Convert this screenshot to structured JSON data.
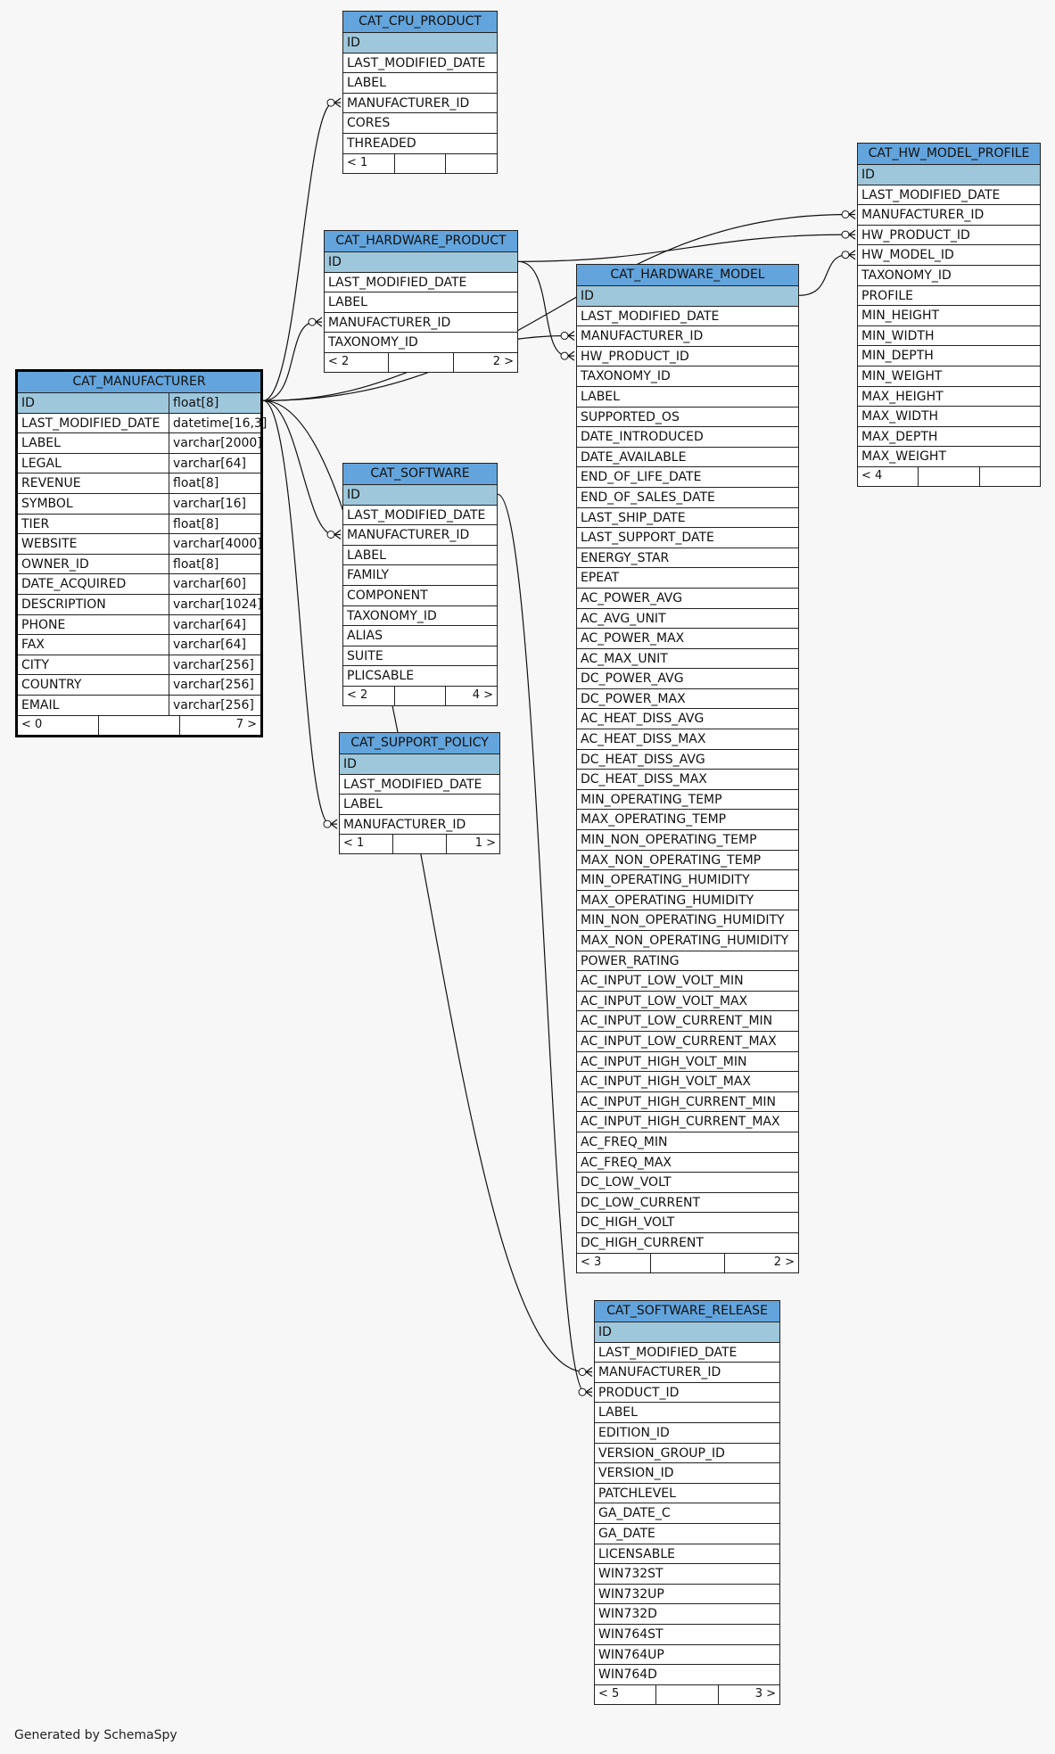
{
  "footer": "Generated by SchemaSpy",
  "colors": {
    "header": "#63a4dc",
    "pk_row": "#9ec7db",
    "background": "#f7f7f7"
  },
  "tables": {
    "cat_manufacturer": {
      "name": "CAT_MANUFACTURER",
      "columns": [
        {
          "name": "ID",
          "type": "float[8]",
          "pk": true
        },
        {
          "name": "LAST_MODIFIED_DATE",
          "type": "datetime[16,3]"
        },
        {
          "name": "LABEL",
          "type": "varchar[2000]"
        },
        {
          "name": "LEGAL",
          "type": "varchar[64]"
        },
        {
          "name": "REVENUE",
          "type": "float[8]"
        },
        {
          "name": "SYMBOL",
          "type": "varchar[16]"
        },
        {
          "name": "TIER",
          "type": "float[8]"
        },
        {
          "name": "WEBSITE",
          "type": "varchar[4000]"
        },
        {
          "name": "OWNER_ID",
          "type": "float[8]"
        },
        {
          "name": "DATE_ACQUIRED",
          "type": "varchar[60]"
        },
        {
          "name": "DESCRIPTION",
          "type": "varchar[1024]"
        },
        {
          "name": "PHONE",
          "type": "varchar[64]"
        },
        {
          "name": "FAX",
          "type": "varchar[64]"
        },
        {
          "name": "CITY",
          "type": "varchar[256]"
        },
        {
          "name": "COUNTRY",
          "type": "varchar[256]"
        },
        {
          "name": "EMAIL",
          "type": "varchar[256]"
        }
      ],
      "footer": [
        "< 0",
        "",
        "7 >"
      ]
    },
    "cat_cpu_product": {
      "name": "CAT_CPU_PRODUCT",
      "columns": [
        {
          "name": "ID",
          "pk": true
        },
        {
          "name": "LAST_MODIFIED_DATE"
        },
        {
          "name": "LABEL"
        },
        {
          "name": "MANUFACTURER_ID"
        },
        {
          "name": "CORES"
        },
        {
          "name": "THREADED"
        }
      ],
      "footer": [
        "< 1",
        "",
        ""
      ]
    },
    "cat_hardware_product": {
      "name": "CAT_HARDWARE_PRODUCT",
      "columns": [
        {
          "name": "ID",
          "pk": true
        },
        {
          "name": "LAST_MODIFIED_DATE"
        },
        {
          "name": "LABEL"
        },
        {
          "name": "MANUFACTURER_ID"
        },
        {
          "name": "TAXONOMY_ID"
        }
      ],
      "footer": [
        "< 2",
        "",
        "2 >"
      ]
    },
    "cat_hw_model_profile": {
      "name": "CAT_HW_MODEL_PROFILE",
      "columns": [
        {
          "name": "ID",
          "pk": true
        },
        {
          "name": "LAST_MODIFIED_DATE"
        },
        {
          "name": "MANUFACTURER_ID"
        },
        {
          "name": "HW_PRODUCT_ID"
        },
        {
          "name": "HW_MODEL_ID"
        },
        {
          "name": "TAXONOMY_ID"
        },
        {
          "name": "PROFILE"
        },
        {
          "name": "MIN_HEIGHT"
        },
        {
          "name": "MIN_WIDTH"
        },
        {
          "name": "MIN_DEPTH"
        },
        {
          "name": "MIN_WEIGHT"
        },
        {
          "name": "MAX_HEIGHT"
        },
        {
          "name": "MAX_WIDTH"
        },
        {
          "name": "MAX_DEPTH"
        },
        {
          "name": "MAX_WEIGHT"
        }
      ],
      "footer": [
        "< 4",
        "",
        ""
      ]
    },
    "cat_hardware_model": {
      "name": "CAT_HARDWARE_MODEL",
      "columns": [
        {
          "name": "ID",
          "pk": true
        },
        {
          "name": "LAST_MODIFIED_DATE"
        },
        {
          "name": "MANUFACTURER_ID"
        },
        {
          "name": "HW_PRODUCT_ID"
        },
        {
          "name": "TAXONOMY_ID"
        },
        {
          "name": "LABEL"
        },
        {
          "name": "SUPPORTED_OS"
        },
        {
          "name": "DATE_INTRODUCED"
        },
        {
          "name": "DATE_AVAILABLE"
        },
        {
          "name": "END_OF_LIFE_DATE"
        },
        {
          "name": "END_OF_SALES_DATE"
        },
        {
          "name": "LAST_SHIP_DATE"
        },
        {
          "name": "LAST_SUPPORT_DATE"
        },
        {
          "name": "ENERGY_STAR"
        },
        {
          "name": "EPEAT"
        },
        {
          "name": "AC_POWER_AVG"
        },
        {
          "name": "AC_AVG_UNIT"
        },
        {
          "name": "AC_POWER_MAX"
        },
        {
          "name": "AC_MAX_UNIT"
        },
        {
          "name": "DC_POWER_AVG"
        },
        {
          "name": "DC_POWER_MAX"
        },
        {
          "name": "AC_HEAT_DISS_AVG"
        },
        {
          "name": "AC_HEAT_DISS_MAX"
        },
        {
          "name": "DC_HEAT_DISS_AVG"
        },
        {
          "name": "DC_HEAT_DISS_MAX"
        },
        {
          "name": "MIN_OPERATING_TEMP"
        },
        {
          "name": "MAX_OPERATING_TEMP"
        },
        {
          "name": "MIN_NON_OPERATING_TEMP"
        },
        {
          "name": "MAX_NON_OPERATING_TEMP"
        },
        {
          "name": "MIN_OPERATING_HUMIDITY"
        },
        {
          "name": "MAX_OPERATING_HUMIDITY"
        },
        {
          "name": "MIN_NON_OPERATING_HUMIDITY"
        },
        {
          "name": "MAX_NON_OPERATING_HUMIDITY"
        },
        {
          "name": "POWER_RATING"
        },
        {
          "name": "AC_INPUT_LOW_VOLT_MIN"
        },
        {
          "name": "AC_INPUT_LOW_VOLT_MAX"
        },
        {
          "name": "AC_INPUT_LOW_CURRENT_MIN"
        },
        {
          "name": "AC_INPUT_LOW_CURRENT_MAX"
        },
        {
          "name": "AC_INPUT_HIGH_VOLT_MIN"
        },
        {
          "name": "AC_INPUT_HIGH_VOLT_MAX"
        },
        {
          "name": "AC_INPUT_HIGH_CURRENT_MIN"
        },
        {
          "name": "AC_INPUT_HIGH_CURRENT_MAX"
        },
        {
          "name": "AC_FREQ_MIN"
        },
        {
          "name": "AC_FREQ_MAX"
        },
        {
          "name": "DC_LOW_VOLT"
        },
        {
          "name": "DC_LOW_CURRENT"
        },
        {
          "name": "DC_HIGH_VOLT"
        },
        {
          "name": "DC_HIGH_CURRENT"
        }
      ],
      "footer": [
        "< 3",
        "",
        "2 >"
      ]
    },
    "cat_software": {
      "name": "CAT_SOFTWARE",
      "columns": [
        {
          "name": "ID",
          "pk": true
        },
        {
          "name": "LAST_MODIFIED_DATE"
        },
        {
          "name": "MANUFACTURER_ID"
        },
        {
          "name": "LABEL"
        },
        {
          "name": "FAMILY"
        },
        {
          "name": "COMPONENT"
        },
        {
          "name": "TAXONOMY_ID"
        },
        {
          "name": "ALIAS"
        },
        {
          "name": "SUITE"
        },
        {
          "name": "PLICSABLE"
        }
      ],
      "footer": [
        "< 2",
        "",
        "4 >"
      ]
    },
    "cat_support_policy": {
      "name": "CAT_SUPPORT_POLICY",
      "columns": [
        {
          "name": "ID",
          "pk": true
        },
        {
          "name": "LAST_MODIFIED_DATE"
        },
        {
          "name": "LABEL"
        },
        {
          "name": "MANUFACTURER_ID"
        }
      ],
      "footer": [
        "< 1",
        "",
        "1 >"
      ]
    },
    "cat_software_release": {
      "name": "CAT_SOFTWARE_RELEASE",
      "columns": [
        {
          "name": "ID",
          "pk": true
        },
        {
          "name": "LAST_MODIFIED_DATE"
        },
        {
          "name": "MANUFACTURER_ID"
        },
        {
          "name": "PRODUCT_ID"
        },
        {
          "name": "LABEL"
        },
        {
          "name": "EDITION_ID"
        },
        {
          "name": "VERSION_GROUP_ID"
        },
        {
          "name": "VERSION_ID"
        },
        {
          "name": "PATCHLEVEL"
        },
        {
          "name": "GA_DATE_C"
        },
        {
          "name": "GA_DATE"
        },
        {
          "name": "LICENSABLE"
        },
        {
          "name": "WIN732ST"
        },
        {
          "name": "WIN732UP"
        },
        {
          "name": "WIN732D"
        },
        {
          "name": "WIN764ST"
        },
        {
          "name": "WIN764UP"
        },
        {
          "name": "WIN764D"
        }
      ],
      "footer": [
        "< 5",
        "",
        "3 >"
      ]
    }
  },
  "relationships": [
    {
      "from": "cat_manufacturer.ID",
      "to": "cat_cpu_product.MANUFACTURER_ID"
    },
    {
      "from": "cat_manufacturer.ID",
      "to": "cat_hardware_product.MANUFACTURER_ID"
    },
    {
      "from": "cat_manufacturer.ID",
      "to": "cat_hw_model_profile.MANUFACTURER_ID"
    },
    {
      "from": "cat_manufacturer.ID",
      "to": "cat_hardware_model.MANUFACTURER_ID"
    },
    {
      "from": "cat_manufacturer.ID",
      "to": "cat_software.MANUFACTURER_ID"
    },
    {
      "from": "cat_manufacturer.ID",
      "to": "cat_support_policy.MANUFACTURER_ID"
    },
    {
      "from": "cat_manufacturer.ID",
      "to": "cat_software_release.MANUFACTURER_ID"
    },
    {
      "from": "cat_hardware_product.ID",
      "to": "cat_hw_model_profile.HW_PRODUCT_ID"
    },
    {
      "from": "cat_hardware_product.ID",
      "to": "cat_hardware_model.HW_PRODUCT_ID"
    },
    {
      "from": "cat_hardware_model.ID",
      "to": "cat_hw_model_profile.HW_MODEL_ID"
    },
    {
      "from": "cat_software.ID",
      "to": "cat_software_release.PRODUCT_ID"
    }
  ]
}
